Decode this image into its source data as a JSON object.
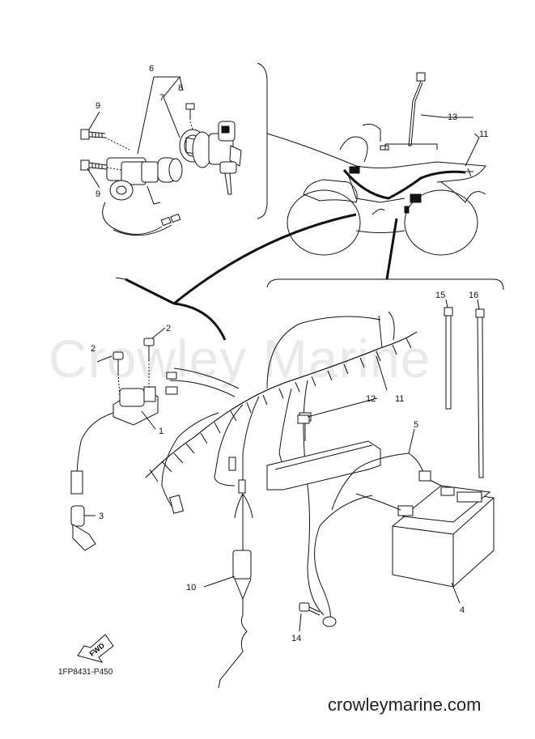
{
  "watermark": "Crowley Marine",
  "diagram_code": "1FP8431-P450",
  "site": "crowleymarine.com",
  "fwd_label": "FWD",
  "callouts": {
    "c1": "1",
    "c2a": "2",
    "c2b": "2",
    "c3": "3",
    "c4": "4",
    "c5": "5",
    "c6": "6",
    "c7": "7",
    "c8": "8",
    "c9a": "9",
    "c9b": "9",
    "c10": "10",
    "c11a": "11",
    "c11b": "11",
    "c12": "12",
    "c13": "13",
    "c14": "14",
    "c15": "15",
    "c16": "16"
  }
}
